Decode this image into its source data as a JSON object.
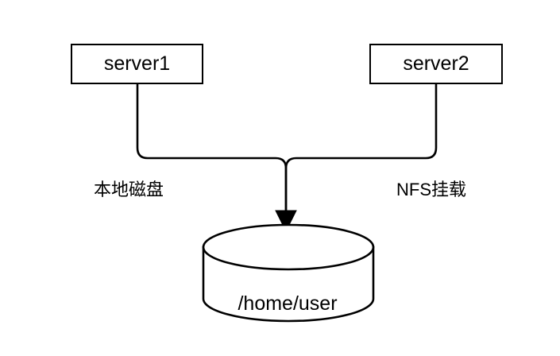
{
  "diagram": {
    "type": "architecture-flow",
    "background_color": "#ffffff",
    "stroke_color": "#000000",
    "nodes": [
      {
        "id": "server1",
        "shape": "rectangle",
        "label": "server1"
      },
      {
        "id": "server2",
        "shape": "rectangle",
        "label": "server2"
      },
      {
        "id": "storage",
        "shape": "cylinder",
        "label": "/home/user"
      }
    ],
    "edges": [
      {
        "id": "edge-server1-storage",
        "from": "server1",
        "to": "storage",
        "label": "本地磁盘",
        "arrow": "to-target",
        "style": "orthogonal-rounded"
      },
      {
        "id": "edge-server2-storage",
        "from": "server2",
        "to": "storage",
        "label": "NFS挂载",
        "arrow": "to-target",
        "style": "orthogonal-rounded"
      }
    ]
  }
}
